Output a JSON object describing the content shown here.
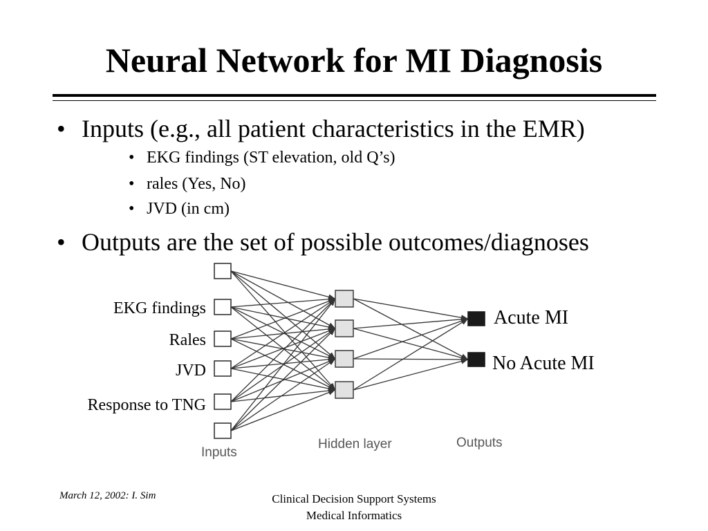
{
  "slide": {
    "title": "Neural Network for MI Diagnosis",
    "bullets": [
      {
        "text": "Inputs (e.g., all patient characteristics in the EMR)",
        "subbullets": [
          "EKG findings (ST elevation, old Q’s)",
          "rales (Yes, No)",
          "JVD (in cm)"
        ]
      },
      {
        "text": "Outputs are the set of possible outcomes/diagnoses"
      }
    ],
    "bullet_char": "•"
  },
  "diagram": {
    "input_labels": [
      "EKG findings",
      "Rales",
      "JVD",
      "Response to TNG"
    ],
    "output_labels": [
      "Acute MI",
      "No Acute MI"
    ],
    "captions": {
      "inputs": "Inputs",
      "hidden": "Hidden layer",
      "outputs": "Outputs"
    },
    "input_node_count": 6,
    "hidden_node_count": 4,
    "output_node_count": 2
  },
  "footer": {
    "left": "March 12,  2002: I. Sim",
    "center_line1": "Clinical Decision Support Systems",
    "center_line2": "Medical Informatics"
  }
}
